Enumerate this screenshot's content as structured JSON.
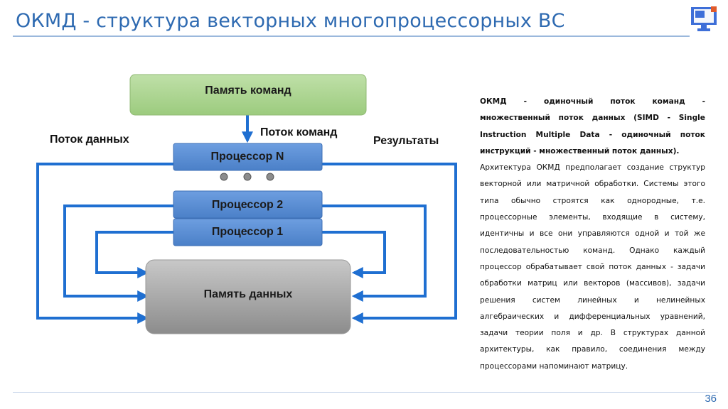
{
  "header": {
    "title": "ОКМД - структура векторных многопроцессорных ВС",
    "page_number": "36"
  },
  "diagram": {
    "instruction_memory": "Память команд",
    "instruction_stream": "Поток команд",
    "data_stream": "Поток данных",
    "results": "Результаты",
    "processor_n": "Процессор N",
    "processor_2": "Процессор 2",
    "processor_1": "Процессор 1",
    "data_memory": "Память данных"
  },
  "description": {
    "definition": "ОКМД - одиночный поток команд - множественный поток данных (SIMD - Single Instruction Multiple Data - одиночный поток инструкций - множественный поток данных).",
    "body": "Архитектура ОКМД предполагает создание структур векторной или матричной обработки. Системы этого типа обычно строятся как однородные, т.е. процессорные элементы, входящие в систему, идентичны и все они управляются одной и той же последовательностью команд. Однако каждый процессор обрабатывает свой поток данных - задачи обработки матриц или векторов (массивов), задачи решения систем линейных и нелинейных алгебраических и дифференциальных уравнений, задачи теории поля и др. В структурах данной архитектуры, как правило, соединения между процессорами напоминают матрицу."
  },
  "colors": {
    "title": "#2e6ab1",
    "processor_fill": "#5b8fd0",
    "instruction_memory_fill": "#a9d18e",
    "data_memory_fill": "#a6a6a6",
    "connector": "#1f6fd1"
  }
}
